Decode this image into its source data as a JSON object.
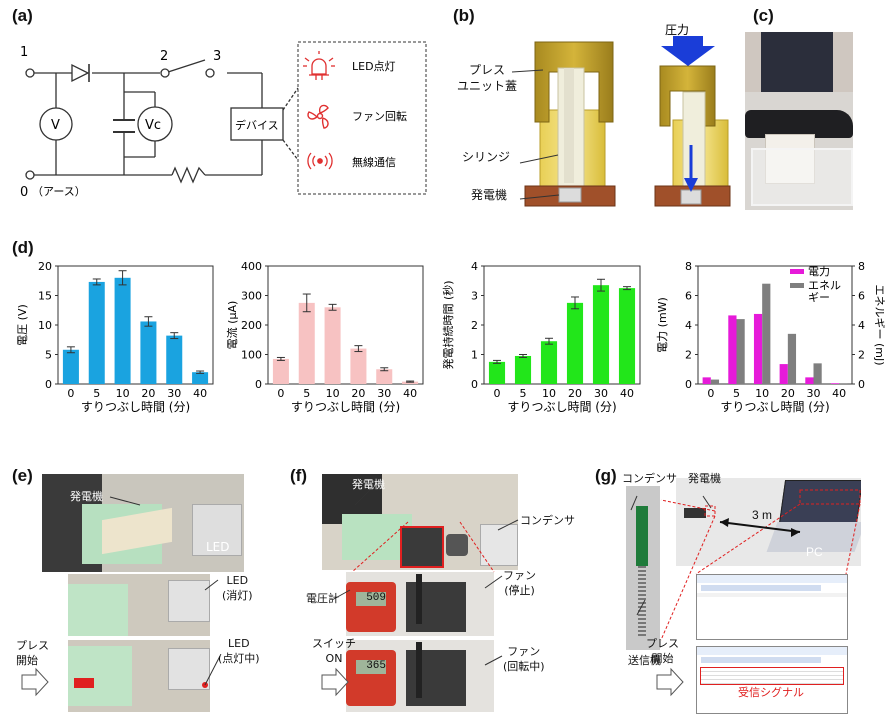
{
  "panels": {
    "a": "(a)",
    "b": "(b)",
    "c": "(c)",
    "d": "(d)",
    "e": "(e)",
    "f": "(f)",
    "g": "(g)"
  },
  "circuit": {
    "node1": "1",
    "node2": "2",
    "node3": "3",
    "node0": "0",
    "ground": "（アース）",
    "voltmeter": "V",
    "vc": "Vc",
    "device": "デバイス",
    "items": [
      {
        "icon": "led-icon",
        "label": "LED点灯"
      },
      {
        "icon": "fan-icon",
        "label": "ファン回転"
      },
      {
        "icon": "wireless-icon",
        "label": "無線通信"
      }
    ]
  },
  "generator": {
    "press_lid": "プレス\nユニット蓋",
    "syringe": "シリンジ",
    "generator": "発電機",
    "pressure": "圧力"
  },
  "colors": {
    "blue": "#1aa3e0",
    "pink": "#f7c2c2",
    "green": "#22e61a",
    "magenta": "#e61ad9",
    "gray": "#7f7f7f",
    "olive": "#c9a92e",
    "red": "#e02020"
  },
  "chart_data": [
    {
      "type": "bar",
      "xlabel": "すりつぶし時間 (分)",
      "ylabel": "電圧 (V)",
      "categories": [
        "0",
        "5",
        "10",
        "20",
        "30",
        "40"
      ],
      "values": [
        5.8,
        17.3,
        18.0,
        10.6,
        8.2,
        2.0
      ],
      "errors": [
        0.5,
        0.5,
        1.2,
        0.8,
        0.5,
        0.2
      ],
      "ylim": [
        0,
        20
      ],
      "yticks": [
        0,
        5,
        10,
        15,
        20
      ],
      "color": "#1aa3e0"
    },
    {
      "type": "bar",
      "xlabel": "すりつぶし時間 (分)",
      "ylabel": "電流 (μA)",
      "categories": [
        "0",
        "5",
        "10",
        "20",
        "30",
        "40"
      ],
      "values": [
        85,
        275,
        260,
        120,
        50,
        8
      ],
      "errors": [
        5,
        30,
        10,
        10,
        5,
        2
      ],
      "ylim": [
        0,
        400
      ],
      "yticks": [
        0,
        100,
        200,
        300,
        400
      ],
      "color": "#f7c2c2"
    },
    {
      "type": "bar",
      "xlabel": "すりつぶし時間 (分)",
      "ylabel": "発電持続時間 (秒)",
      "categories": [
        "0",
        "5",
        "10",
        "20",
        "30",
        "40"
      ],
      "values": [
        0.75,
        0.95,
        1.45,
        2.75,
        3.35,
        3.25
      ],
      "errors": [
        0.05,
        0.05,
        0.1,
        0.2,
        0.2,
        0.05
      ],
      "ylim": [
        0,
        4
      ],
      "yticks": [
        0,
        1,
        2,
        3,
        4
      ],
      "color": "#22e61a"
    },
    {
      "type": "bar",
      "xlabel": "すりつぶし時間 (分)",
      "ylabel": "電力 (mW)",
      "ylabel2": "エネルギー (mJ)",
      "categories": [
        "0",
        "5",
        "10",
        "20",
        "30",
        "40"
      ],
      "series": [
        {
          "name": "電力",
          "values": [
            0.45,
            4.65,
            4.75,
            1.35,
            0.45,
            0.05
          ],
          "axis": "left",
          "color": "#e61ad9"
        },
        {
          "name": "エネル\nギー",
          "values": [
            0.3,
            4.4,
            6.8,
            3.4,
            1.4,
            0.05
          ],
          "axis": "right",
          "color": "#7f7f7f"
        }
      ],
      "ylim": [
        0,
        8
      ],
      "yticks": [
        0,
        2,
        4,
        6,
        8
      ],
      "y2lim": [
        0,
        8
      ],
      "y2ticks": [
        0,
        2,
        4,
        6,
        8
      ],
      "legend": "top-right"
    }
  ],
  "demo_e": {
    "generator": "発電機",
    "led": "LED",
    "led_off": "LED\n(消灯)",
    "led_on": "LED\n(点灯中)",
    "press_start": "プレス\n開始"
  },
  "demo_f": {
    "generator": "発電機",
    "capacitor": "コンデンサ",
    "fan_stop": "ファン\n(停止)",
    "voltmeter": "電圧計",
    "switch_on": "スイッチ\nON",
    "fan_rot": "ファン\n(回転中)",
    "reading1": "509",
    "reading2": "365"
  },
  "demo_g": {
    "capacitor": "コンデンサ",
    "generator": "発電機",
    "transmitter": "送信機",
    "distance": "3 m",
    "pc": "PC",
    "press_start": "プレス\n開始",
    "received": "受信シグナル"
  }
}
